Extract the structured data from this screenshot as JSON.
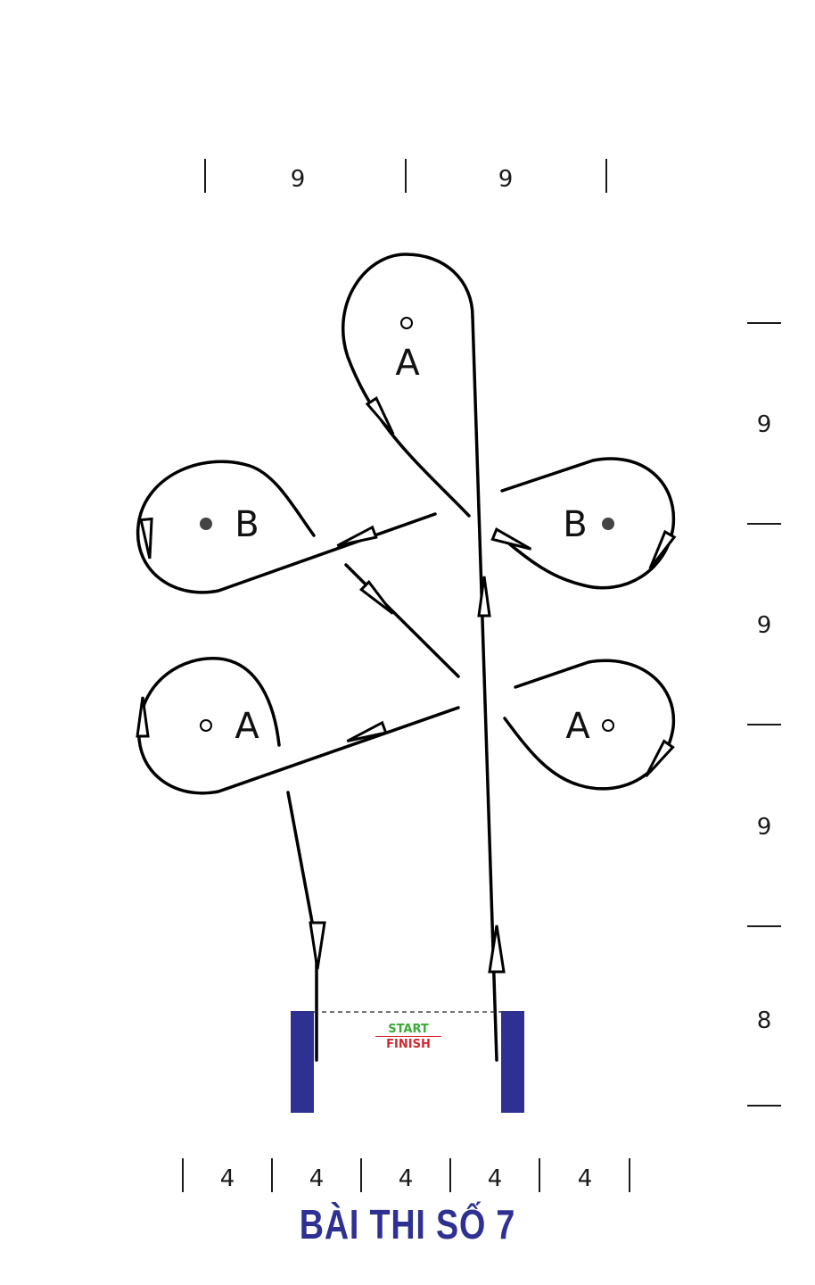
{
  "title": "BÀI THI SỐ 7",
  "start_finish": {
    "start_label": "START",
    "finish_label": "FINISH",
    "start_color": "#3aaa35",
    "finish_color": "#d6262e",
    "gate_color": "#2e3192"
  },
  "colors": {
    "title": "#2e3192",
    "line": "#000000"
  },
  "top_dimensions": [
    "9",
    "9"
  ],
  "right_dimensions": [
    "9",
    "9",
    "9",
    "8"
  ],
  "bottom_dimensions": [
    "4",
    "4",
    "4",
    "4",
    "4"
  ],
  "markers": [
    {
      "label": "A",
      "filled": false
    },
    {
      "label": "B",
      "filled": true
    },
    {
      "label": "B",
      "filled": true
    },
    {
      "label": "A",
      "filled": false
    },
    {
      "label": "A",
      "filled": false
    }
  ]
}
